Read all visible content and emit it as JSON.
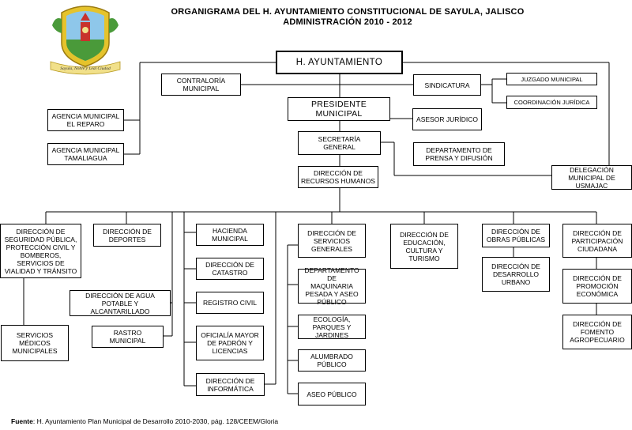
{
  "header": {
    "title_line1": "ORGANIGRAMA DEL H. AYUNTAMIENTO CONSTITUCIONAL DE SAYULA, JALISCO",
    "title_line2": "ADMINISTRACIÓN 2010 - 2012"
  },
  "logo": {
    "caption": "Sayula, Noble y Leal Ciudad",
    "colors": {
      "sky": "#8ec7ea",
      "gold": "#e5c32c",
      "green": "#4a9a3a",
      "red": "#c8322c",
      "ribbon": "#f1e08a"
    }
  },
  "boxes": {
    "ayuntamiento": "H. AYUNTAMIENTO",
    "contraloria": "CONTRALORÍA\nMUNICIPAL",
    "sindicatura": "SINDICATURA",
    "juzgado": "JUZGADO MUNICIPAL",
    "coordinacion": "COORDINACIÓN JURÍDICA",
    "presidente": "PRESIDENTE\nMUNICIPAL",
    "asesor": "ASESOR JURÍDICO",
    "agencia_reparo": "AGENCIA MUNICIPAL\nEL REPARO",
    "agencia_tamaliagua": "AGENCIA MUNICIPAL\nTAMALIAGUA",
    "secretaria": "SECRETARÍA\nGENERAL",
    "prensa": "DEPARTAMENTO DE\nPRENSA Y DIFUSIÓN",
    "delegacion": "DELEGACIÓN\nMUNICIPAL DE\nUSMAJAC",
    "rrhh": "DIRECCIÓN DE\nRECURSOS HUMANOS",
    "seguridad": "DIRECCIÓN DE\nSEGURIDAD PÚBLICA,\nPROTECCIÓN CIVIL Y\nBOMBEROS,\nSERVICIOS DE\nVIALIDAD Y TRÁNSITO",
    "servicios_medicos": "SERVICIOS\nMÉDICOS\nMUNICIPALES",
    "deportes": "DIRECCIÓN DE\nDEPORTES",
    "agua": "DIRECCIÓN DE AGUA\nPOTABLE Y\nALCANTARILLADO",
    "rastro": "RASTRO\nMUNICIPAL",
    "hacienda": "HACIENDA\nMUNICIPAL",
    "catastro": "DIRECCIÓN DE\nCATASTRO",
    "registro": "REGISTRO CIVIL",
    "oficialia": "OFICIALÍA MAYOR\nDE PADRÓN Y\nLICENCIAS",
    "informatica": "DIRECCIÓN DE\nINFORMÁTICA",
    "servicios_generales": "DIRECCIÓN DE\nSERVICIOS\nGENERALES",
    "maquinaria": "DEPARTAMENTO DE\nMAQUINARIA\nPESADA Y ASEO\nPÚBLICO",
    "ecologia": "ECOLOGÍA,\nPARQUES Y\nJARDINES",
    "alumbrado": "ALUMBRADO\nPÚBLICO",
    "aseo": "ASEO PÚBLICO",
    "educacion": "DIRECCIÓN DE\nEDUCACIÓN,\nCULTURA Y\nTURISMO",
    "obras": "DIRECCIÓN DE\nOBRAS PÚBLICAS",
    "desarrollo_urbano": "DIRECCIÓN DE\nDESARROLLO\nURBANO",
    "participacion": "DIRECCIÓN DE\nPARTICIPACIÓN\nCIUDADANA",
    "promocion": "DIRECCIÓN DE\nPROMOCIÓN\nECONÓMICA",
    "fomento": "DIRECCIÓN DE\nFOMENTO\nAGROPECUARIO"
  },
  "footer": {
    "label": "Fuente",
    "text": ": H. Ayuntamiento Plan Municipal de Desarrollo 2010-2030, pág. 128/CEEM/Gloria"
  }
}
